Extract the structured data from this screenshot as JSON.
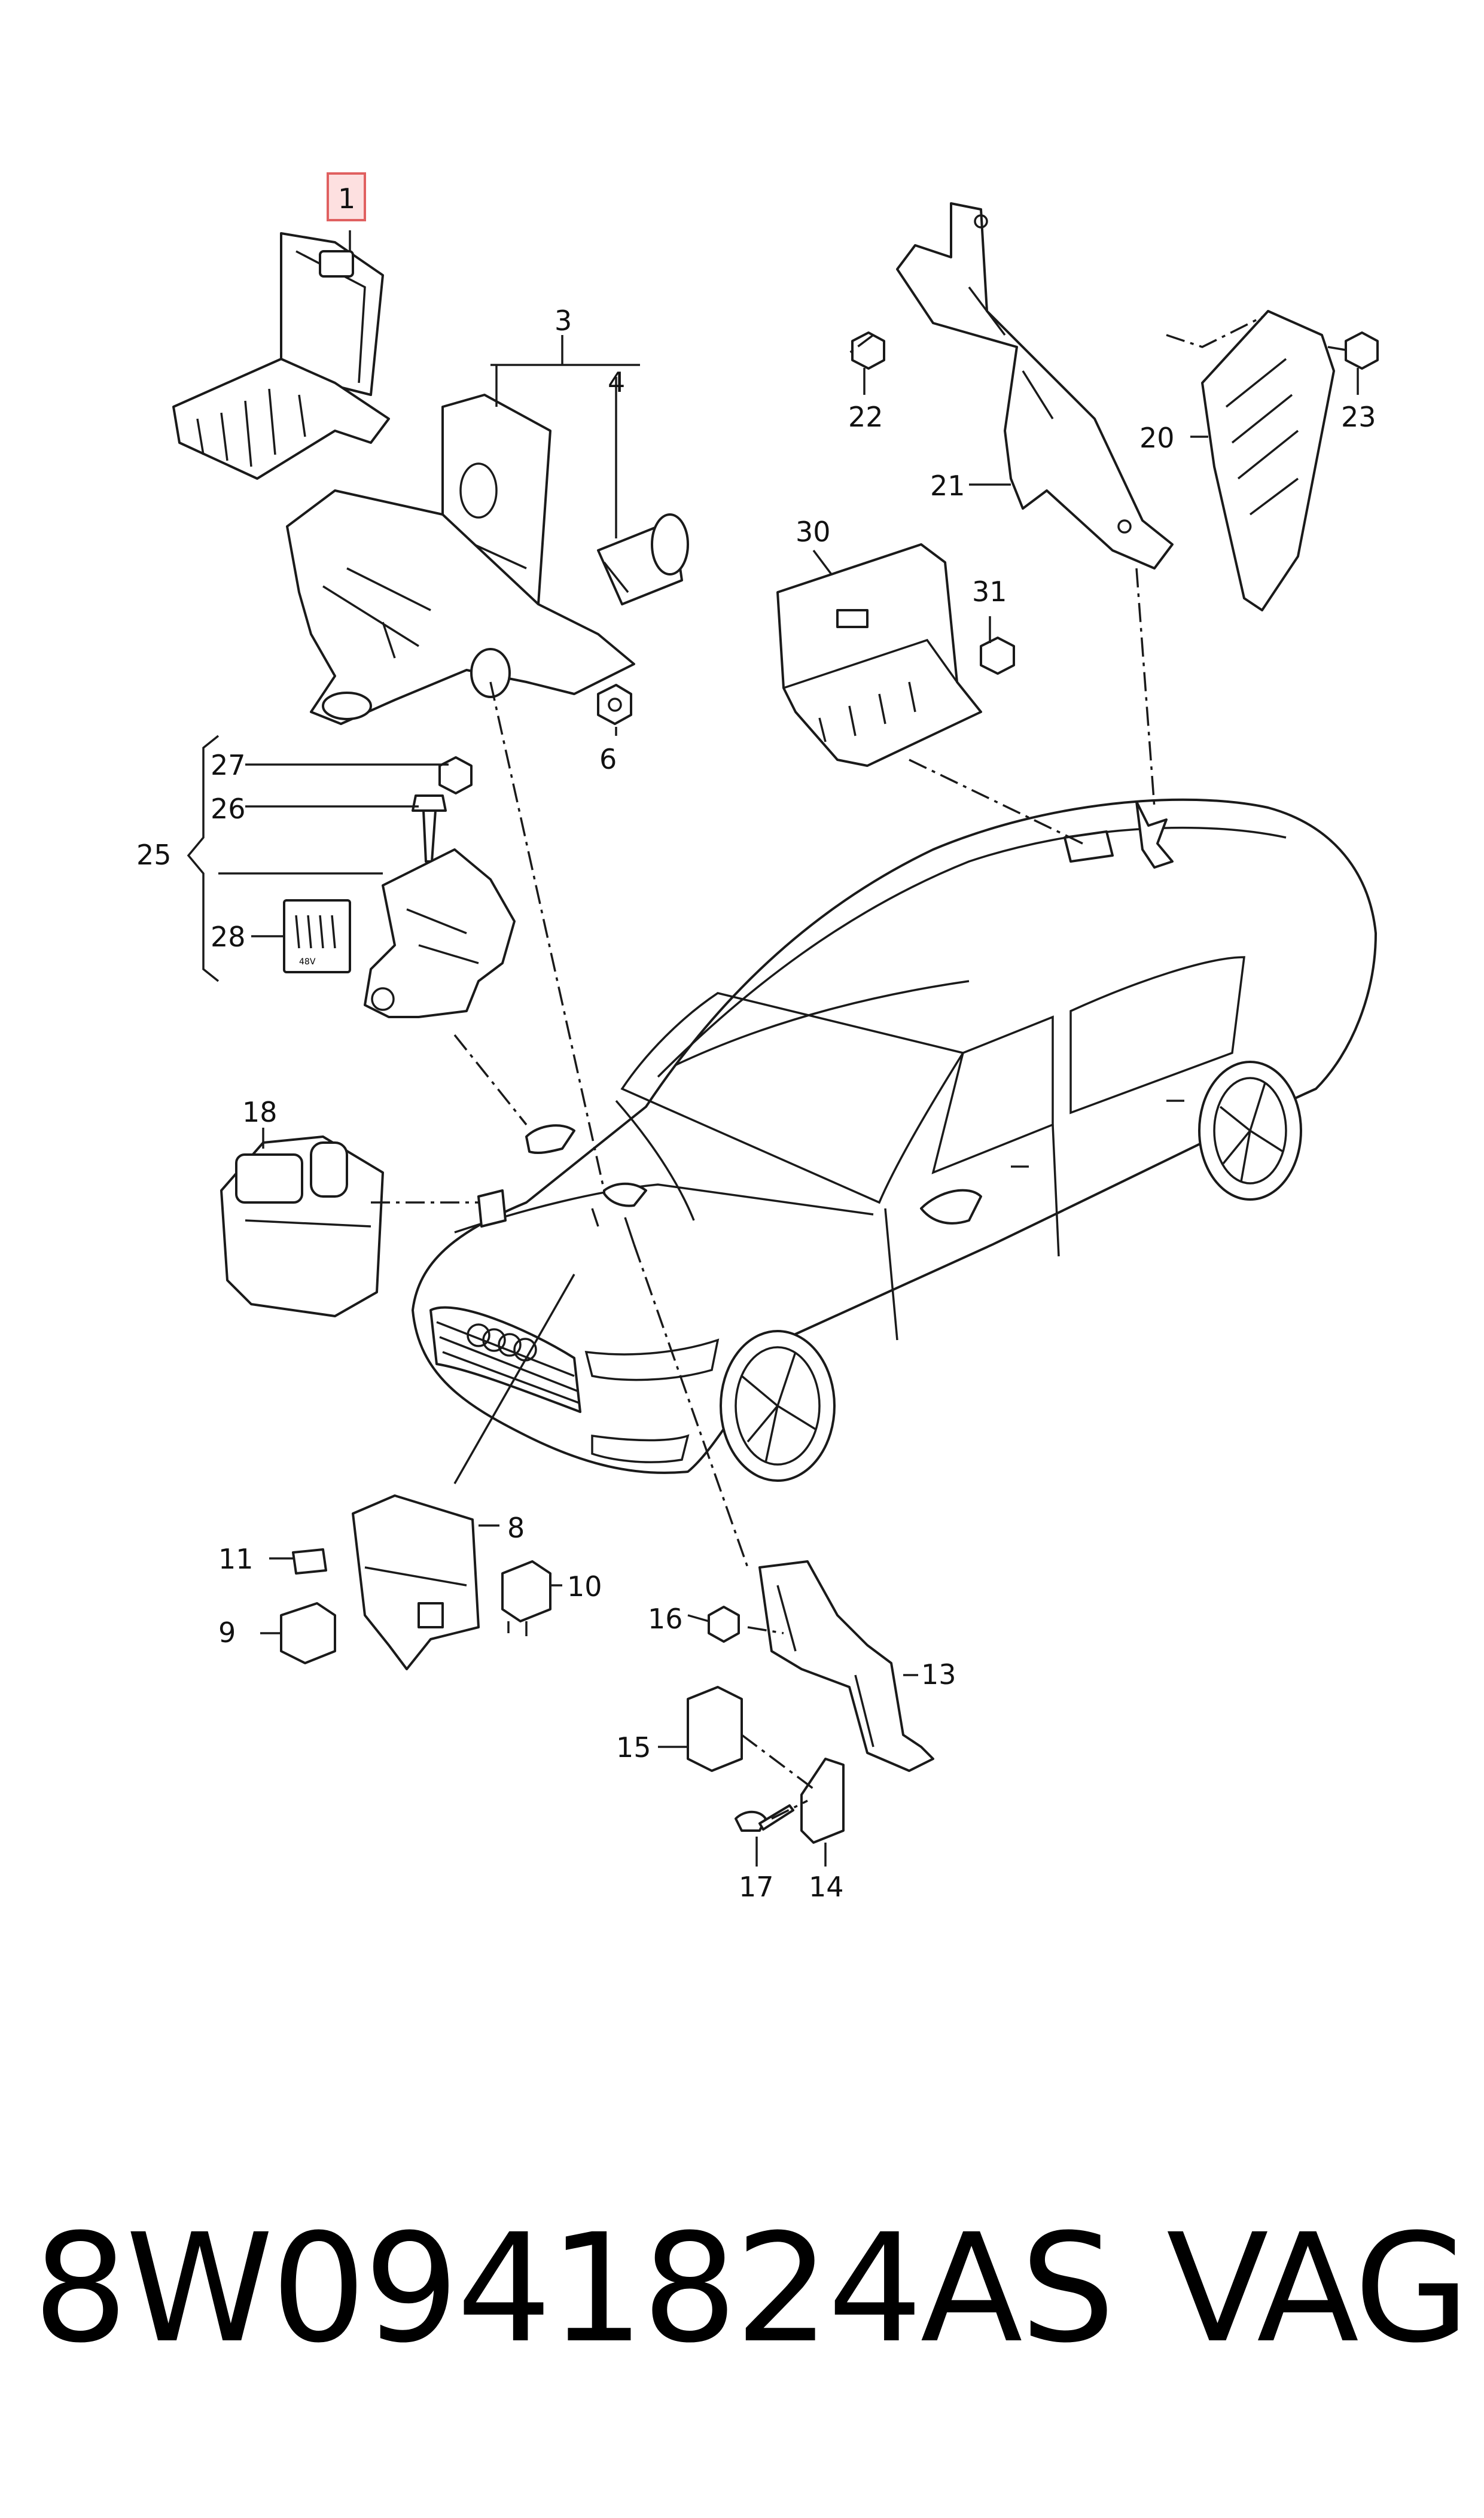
{
  "callouts": {
    "c1": "1",
    "c3": "3",
    "c4": "4",
    "c6": "6",
    "c8": "8",
    "c9": "9",
    "c10": "10",
    "c11": "11",
    "c13": "13",
    "c14": "14",
    "c15": "15",
    "c16": "16",
    "c17": "17",
    "c18": "18",
    "c20": "20",
    "c21": "21",
    "c22": "22",
    "c23": "23",
    "c25": "25",
    "c26": "26",
    "c27": "27",
    "c28": "28",
    "c30": "30",
    "c31": "31"
  },
  "label_28_text": "48V",
  "footer": {
    "part_number": "8W0941824AS",
    "brand": "VAG"
  },
  "colors": {
    "highlight_box": "#e06060",
    "highlight_fill": "#fde0e0"
  }
}
